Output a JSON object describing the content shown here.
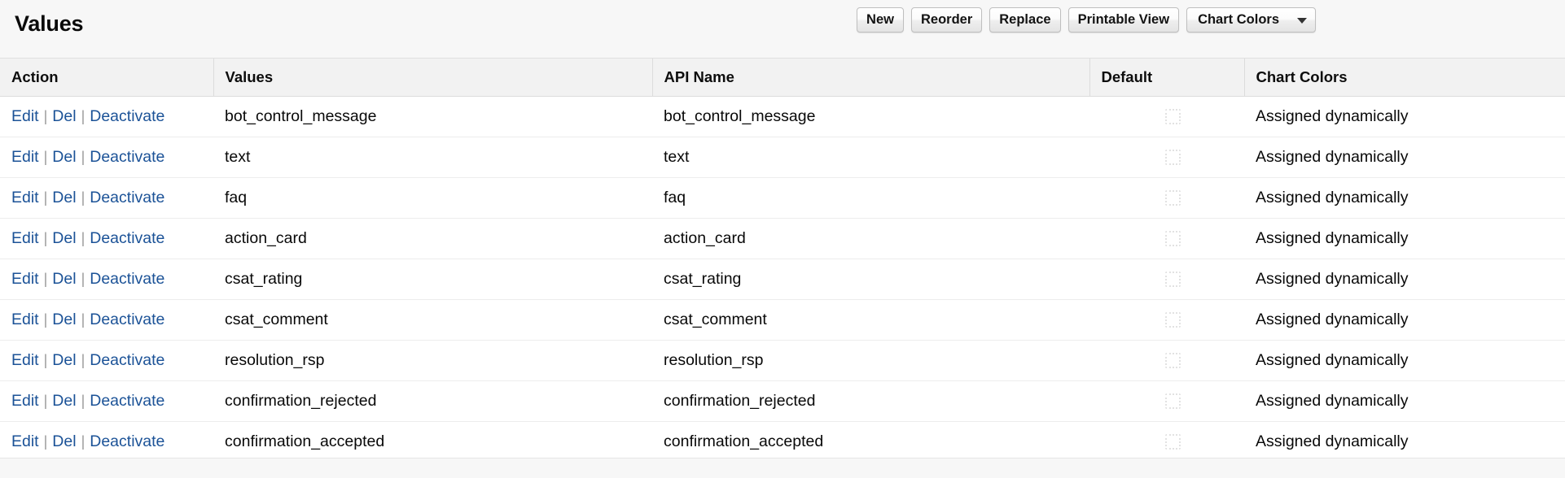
{
  "header": {
    "title": "Values"
  },
  "toolbar": {
    "buttons": [
      {
        "label": "New",
        "name": "new-button"
      },
      {
        "label": "Reorder",
        "name": "reorder-button"
      },
      {
        "label": "Replace",
        "name": "replace-button"
      },
      {
        "label": "Printable View",
        "name": "printable-view-button"
      }
    ],
    "dropdown": {
      "label": "Chart Colors",
      "name": "chart-colors-dropdown"
    }
  },
  "table": {
    "columns": [
      "Action",
      "Values",
      "API Name",
      "Default",
      "Chart Colors"
    ],
    "action_links": {
      "edit": "Edit",
      "del": "Del",
      "deactivate": "Deactivate",
      "separator": "|"
    },
    "rows": [
      {
        "value": "bot_control_message",
        "api_name": "bot_control_message",
        "default": false,
        "chart_color": "Assigned dynamically"
      },
      {
        "value": "text",
        "api_name": "text",
        "default": false,
        "chart_color": "Assigned dynamically"
      },
      {
        "value": "faq",
        "api_name": "faq",
        "default": false,
        "chart_color": "Assigned dynamically"
      },
      {
        "value": "action_card",
        "api_name": "action_card",
        "default": false,
        "chart_color": "Assigned dynamically"
      },
      {
        "value": "csat_rating",
        "api_name": "csat_rating",
        "default": false,
        "chart_color": "Assigned dynamically"
      },
      {
        "value": "csat_comment",
        "api_name": "csat_comment",
        "default": false,
        "chart_color": "Assigned dynamically"
      },
      {
        "value": "resolution_rsp",
        "api_name": "resolution_rsp",
        "default": false,
        "chart_color": "Assigned dynamically"
      },
      {
        "value": "confirmation_rejected",
        "api_name": "confirmation_rejected",
        "default": false,
        "chart_color": "Assigned dynamically"
      },
      {
        "value": "confirmation_accepted",
        "api_name": "confirmation_accepted",
        "default": false,
        "chart_color": "Assigned dynamically"
      }
    ]
  },
  "colors": {
    "link": "#1b5297",
    "header_bg": "#f2f2f2",
    "page_bg": "#f7f7f7",
    "row_border": "#ededed",
    "text": "#080808"
  }
}
